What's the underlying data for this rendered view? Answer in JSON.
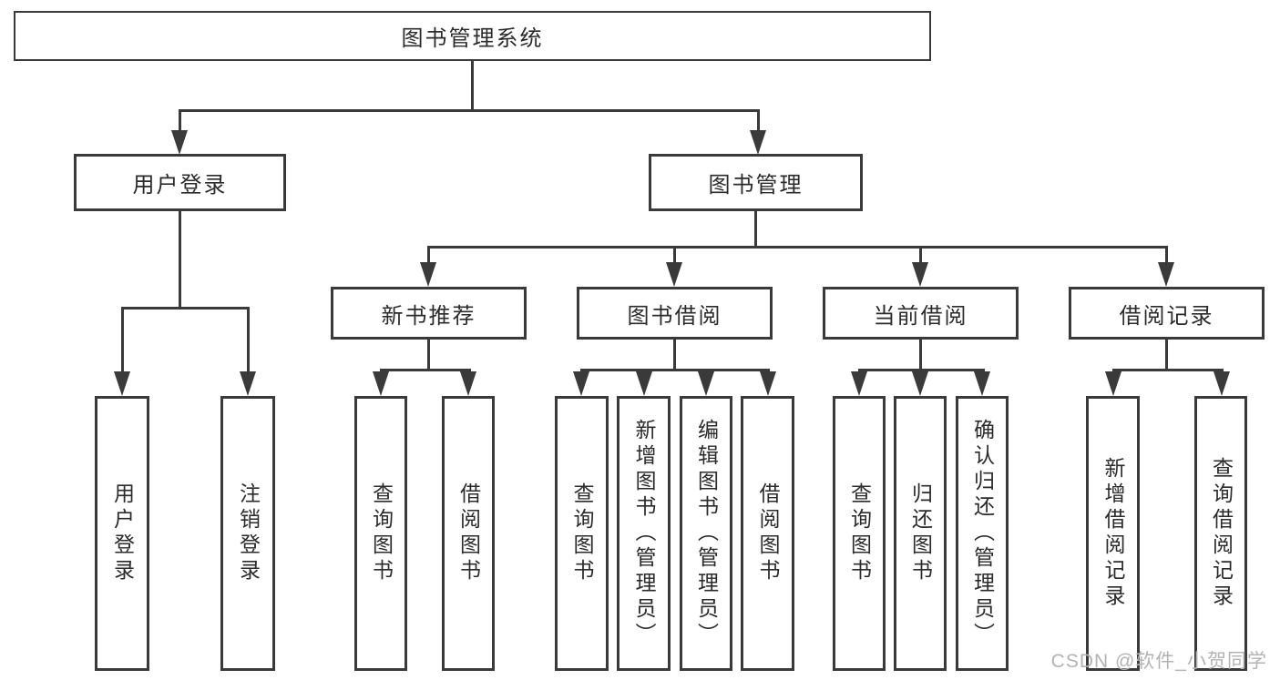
{
  "diagram": {
    "root": {
      "label": "图书管理系统"
    },
    "branches": [
      {
        "label": "用户登录",
        "children": [
          {
            "label": "用户登录"
          },
          {
            "label": "注销登录"
          }
        ]
      },
      {
        "label": "图书管理",
        "children": [
          {
            "label": "新书推荐",
            "children": [
              {
                "label": "查询图书"
              },
              {
                "label": "借阅图书"
              }
            ]
          },
          {
            "label": "图书借阅",
            "children": [
              {
                "label": "查询图书"
              },
              {
                "label": "新增图书（管理员）"
              },
              {
                "label": "编辑图书（管理员）"
              },
              {
                "label": "借阅图书"
              }
            ]
          },
          {
            "label": "当前借阅",
            "children": [
              {
                "label": "查询图书"
              },
              {
                "label": "归还图书"
              },
              {
                "label": "确认归还（管理员）"
              }
            ]
          },
          {
            "label": "借阅记录",
            "children": [
              {
                "label": "新增借阅记录"
              },
              {
                "label": "查询借阅记录"
              }
            ]
          }
        ]
      }
    ]
  },
  "watermark": {
    "text": "CSDN @软件_小贺同学"
  },
  "colors": {
    "line": "#3a3a3a",
    "text": "#2b2b2b",
    "background": "#ffffff",
    "watermark": "#b3b3b3"
  }
}
